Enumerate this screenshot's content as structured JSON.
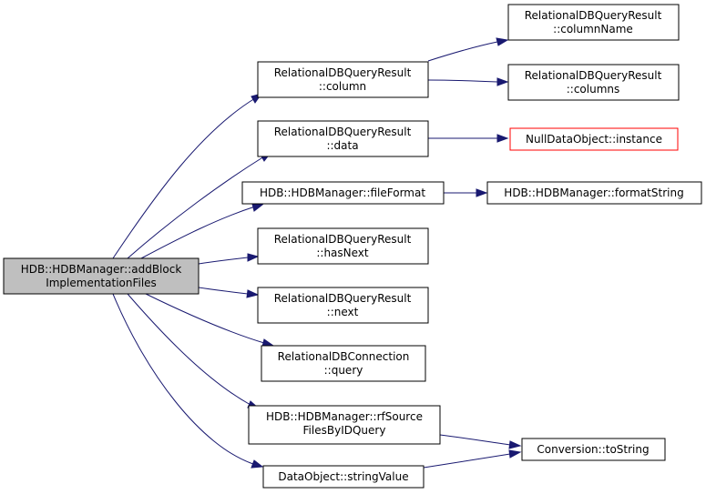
{
  "colors": {
    "edge": "#191970",
    "node_fill": "#ffffff",
    "node_border": "#000000",
    "root_fill": "#bfbfbf",
    "missing_border": "#ff0000"
  },
  "nodes": {
    "root": [
      "HDB::HDBManager::addBlock",
      "ImplementationFiles"
    ],
    "column": [
      "RelationalDBQueryResult",
      "::column"
    ],
    "columnName": [
      "RelationalDBQueryResult",
      "::columnName"
    ],
    "columns": [
      "RelationalDBQueryResult",
      "::columns"
    ],
    "data": [
      "RelationalDBQueryResult",
      "::data"
    ],
    "nullInstance": [
      "NullDataObject::instance"
    ],
    "fileFormat": [
      "HDB::HDBManager::fileFormat"
    ],
    "formatString": [
      "HDB::HDBManager::formatString"
    ],
    "hasNext": [
      "RelationalDBQueryResult",
      "::hasNext"
    ],
    "next": [
      "RelationalDBQueryResult",
      "::next"
    ],
    "query": [
      "RelationalDBConnection",
      "::query"
    ],
    "rfSource": [
      "HDB::HDBManager::rfSource",
      "FilesByIDQuery"
    ],
    "toString": [
      "Conversion::toString"
    ],
    "stringValue": [
      "DataObject::stringValue"
    ]
  }
}
